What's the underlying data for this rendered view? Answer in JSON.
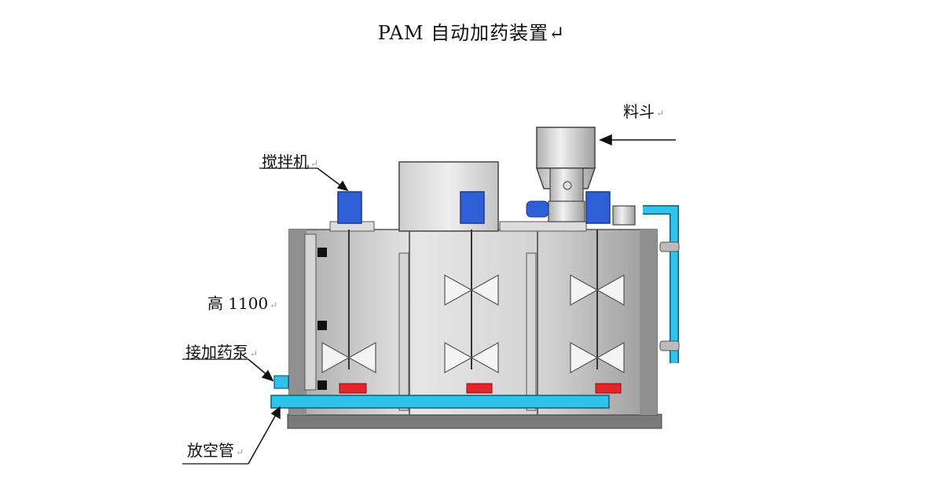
{
  "title": "PAM 自动加药装置",
  "return_mark": "↵",
  "labels": {
    "hopper": "料斗",
    "mixer": "搅拌机",
    "height": "高 1100",
    "pump": "接加药泵",
    "drain": "放空管"
  },
  "colors": {
    "tank": "#c9c9c9",
    "motor": "#2f5fd6",
    "pipe": "#2ec3ea",
    "valve": "#e3262a",
    "base": "#7a7a7a"
  }
}
